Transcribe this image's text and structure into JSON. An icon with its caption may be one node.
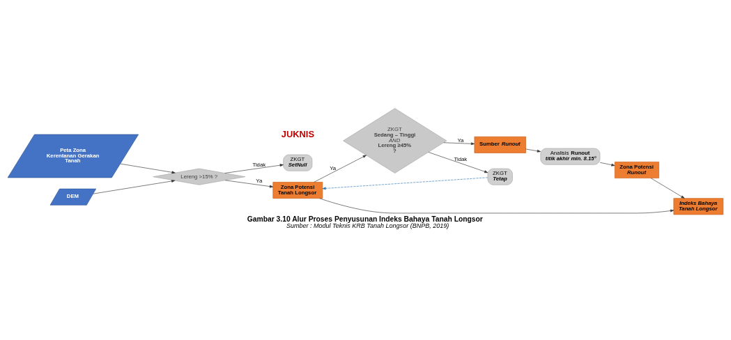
{
  "diagram": {
    "title": "Gambar 3.10 Alur Proses Penyusunan Indeks Bahaya Tanah Longsor",
    "caption": "Sumber : Modul Teknis KRB Tanah Longsor (BNPB, 2019)",
    "nodes": [
      {
        "text": [
          "Peta Zona Kerentanan Gerakan Tanah"
        ]
      },
      {
        "text": [
          "DEM"
        ]
      },
      {
        "text": [
          "Lereng >15% ?"
        ]
      },
      {
        "text": [
          "ZKGT",
          "SetNull"
        ]
      },
      {
        "text": [
          "Zona Potensi Tanah Longsor"
        ]
      },
      {
        "text": [
          "ZKGT",
          "Sedang – Tinggi",
          "AND",
          "Lereng ≥45%",
          "?"
        ]
      },
      {
        "text": [
          "ZKGT",
          "Tetap"
        ]
      },
      {
        "text": [
          "Sumber *Runout*"
        ]
      },
      {
        "text": [
          "Analisis **Runout**",
          "titik akhir min. 8.15°"
        ]
      },
      {
        "text": [
          "Zona Potensi *Runout*"
        ]
      },
      {
        "text": [
          "Indeks Bahaya Tanah Longsor"
        ]
      }
    ],
    "edges": [
      {
        "from": 0,
        "to": 2,
        "arrow": "to"
      },
      {
        "from": 1,
        "to": 2,
        "arrow": "to"
      },
      {
        "from": 2,
        "to": 4,
        "arrow": "to",
        "label": "Ya"
      },
      {
        "from": 2,
        "to": 3,
        "arrow": "to",
        "label": "Tidak"
      },
      {
        "from": 4,
        "to": 5,
        "arrow": "to",
        "label": "Ya"
      },
      {
        "from": 5,
        "to": 7,
        "arrow": "to",
        "label": "Ya"
      },
      {
        "from": 5,
        "to": 6,
        "arrow": "to",
        "label": "Tidak"
      },
      {
        "from": 6,
        "to": 4,
        "arrow": "to",
        "style": "dashed",
        "color": "#2e75b6"
      },
      {
        "from": 7,
        "to": 8,
        "arrow": "to"
      },
      {
        "from": 8,
        "to": 9,
        "arrow": "to"
      },
      {
        "from": 9,
        "to": 10,
        "arrow": "to"
      },
      {
        "from": 4,
        "to": 10,
        "arrow": "to"
      }
    ],
    "labels": [
      "JUKNIS"
    ]
  }
}
